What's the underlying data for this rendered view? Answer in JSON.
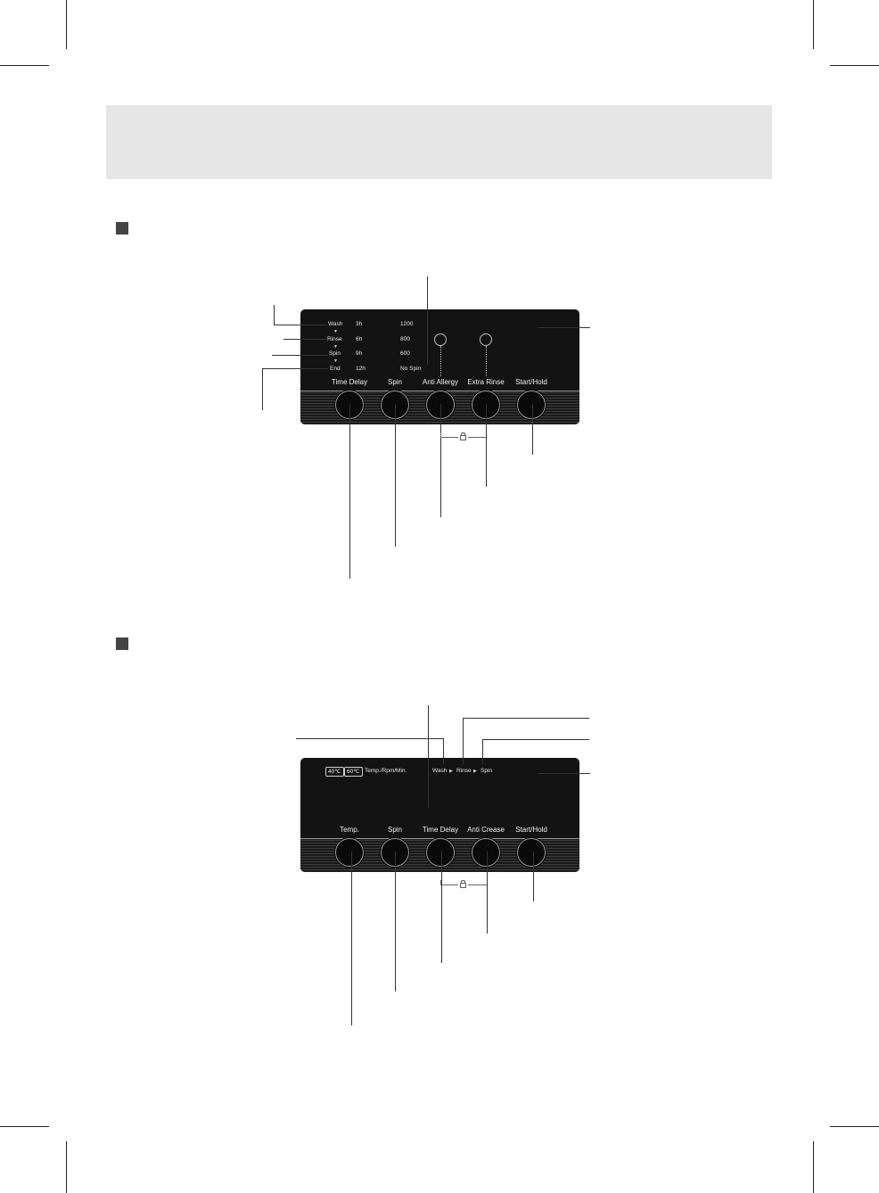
{
  "panel1": {
    "indicators": [
      "Wash",
      "Rinse",
      "Spin",
      "End"
    ],
    "delay_times": [
      "3h",
      "6h",
      "9h",
      "12h"
    ],
    "spin_speeds": [
      "1200",
      "800",
      "600",
      "No Spin"
    ],
    "buttons": [
      "Time Delay",
      "Spin",
      "Anti Allergy",
      "Extra Rinse",
      "Start/Hold"
    ]
  },
  "panel2": {
    "temp_options": [
      "40℃",
      "60℃"
    ],
    "display_label": "Temp./Rpm/Min.",
    "stages": [
      "Wash",
      "Rinse",
      "Spin"
    ],
    "buttons": [
      "Temp.",
      "Spin",
      "Time Delay",
      "Anti Crease",
      "Start/Hold"
    ]
  },
  "colors": {
    "panel_bg": "#131313",
    "header_band": "#e6e6e6"
  },
  "icons": [
    "lock-icon",
    "triangle-arrow-icon"
  ]
}
